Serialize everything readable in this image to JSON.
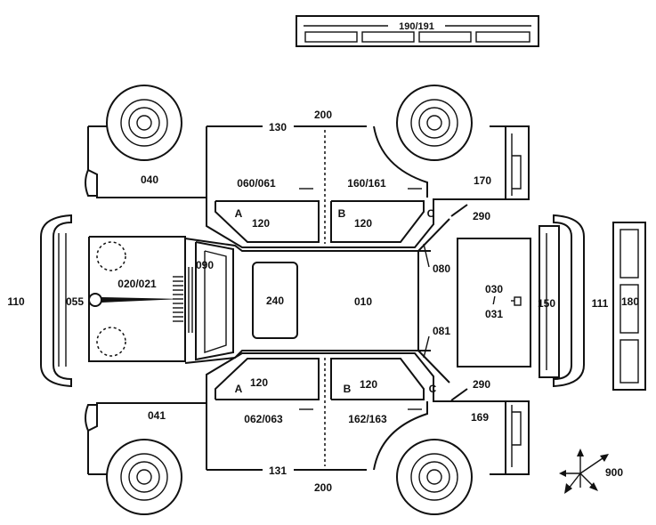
{
  "labels": {
    "trim_bar": "190/191",
    "roof_front": "130",
    "side_top": "200",
    "fender_lf": "040",
    "door_lf": "060/061",
    "door_lr": "160/161",
    "quarter_l": "170",
    "pillar_a_top": "A",
    "pillar_b_top": "B",
    "pillar_c_top": "C",
    "sill_lf": "120",
    "sill_lr": "120",
    "pillar_top_c": "290",
    "hood": "020/021",
    "cowl": "090",
    "sunroof": "240",
    "roof": "010",
    "pillar_l_ro": "080",
    "pillar_r_ro": "081",
    "trunk": "030",
    "trunk_sep": "/",
    "trunk2": "031",
    "bumper_f": "110",
    "grille": "055",
    "bumper_r": "111",
    "rear_panel": "150",
    "taillamp": "180",
    "pillar_a_bot": "A",
    "pillar_b_bot": "B",
    "pillar_c_bot": "C",
    "sill_rf": "120",
    "sill_rr": "120",
    "pillar_bot_c": "290",
    "fender_rf": "041",
    "door_rf": "062/063",
    "door_rr": "162/163",
    "quarter_r": "169",
    "roof_bot": "131",
    "side_bot": "200",
    "axes": "900"
  }
}
